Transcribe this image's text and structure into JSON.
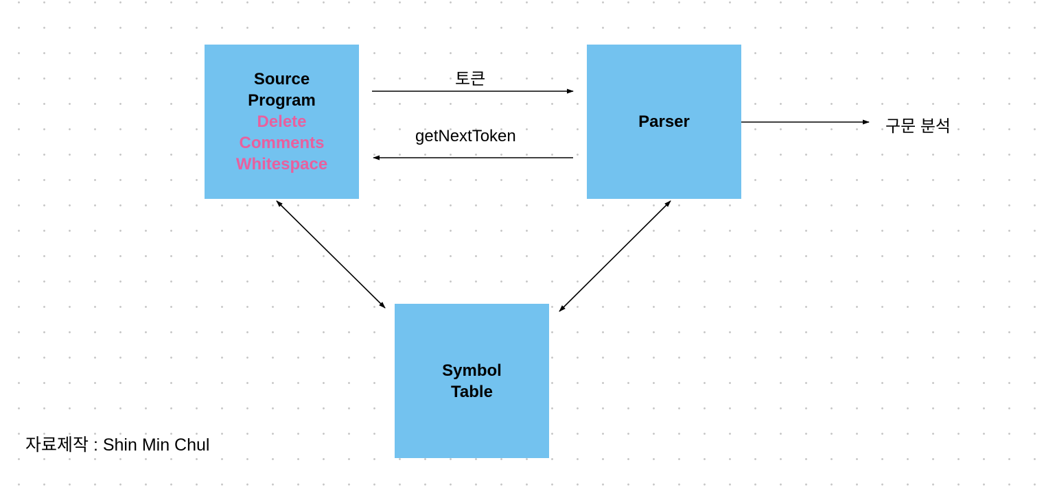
{
  "nodes": {
    "source": {
      "title_lines": [
        "Source",
        "Program"
      ],
      "sub_lines": [
        "Delete",
        "Comments",
        "Whitespace"
      ]
    },
    "parser": {
      "title": "Parser"
    },
    "symbol": {
      "title_lines": [
        "Symbol",
        "Table"
      ]
    }
  },
  "edges": {
    "token_label": "토큰",
    "getnext_label": "getNextToken",
    "syntax_label": "구문 분석"
  },
  "credit": "자료제작 : Shin Min Chul",
  "colors": {
    "box_fill": "#73c2ef",
    "highlight_text": "#e8609e",
    "arrow": "#000000"
  }
}
